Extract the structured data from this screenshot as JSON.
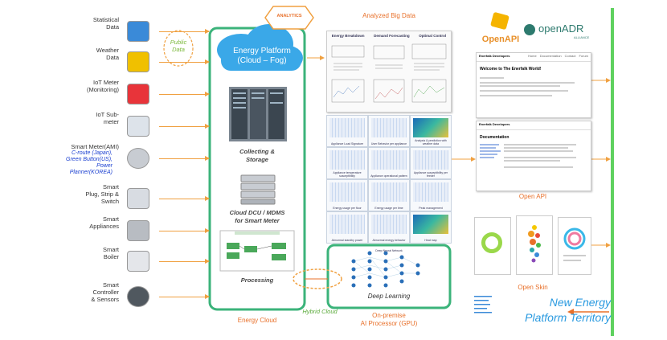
{
  "sources": [
    {
      "label": "Statistical\nData",
      "icon": "mascot-icon"
    },
    {
      "label": "Weather\nData",
      "icon": "weather-icon"
    },
    {
      "label": "IoT Meter\n(Monitoring)",
      "icon": "iot-meter-icon"
    },
    {
      "label": "IoT Sub-\nmeter",
      "icon": "submeter-icon"
    },
    {
      "label": "Smart Meter(AMI)",
      "icon": "smart-meter-icon"
    },
    {
      "label": "Smart\nPlug, Strip &\nSwitch",
      "icon": "smart-plug-icon"
    },
    {
      "label": "Smart\nAppliances",
      "icon": "appliances-icon"
    },
    {
      "label": "Smart\nBoiler",
      "icon": "boiler-icon"
    },
    {
      "label": "Smart\nController\n& Sensors",
      "icon": "thermostat-icon"
    }
  ],
  "smart_meter_sub": "C-route (Japan),\nGreen Button(US),\nPower\nPlanner(KOREA)",
  "public_data": "Public\nData",
  "analytics_badge": "ANALYTICS",
  "platform_title": "Energy Platform\n(Cloud – Fog)",
  "collecting": "Collecting &\nStorage",
  "cloud_dcu": "Cloud DCU / MDMS\nfor Smart Meter",
  "processing": "Processing",
  "energy_cloud": "Energy Cloud",
  "hybrid_cloud": "Hybrid Cloud",
  "analyzed_title": "Analyzed Big Data",
  "analysis_cols": [
    "Energy Breakdown",
    "Demand Forecasting",
    "Optimal Control"
  ],
  "tiles": [
    "Appliance Load Signature",
    "User Behavior per appliance",
    "Analysis & prediction with weather data",
    "Appliance temperature susceptibility",
    "Appliance operational pattern",
    "Appliance susceptibility per feeder",
    "Energy usage per floor",
    "Energy usage per time",
    "Peak management",
    "Abnormal standby power",
    "Abnormal energy behavior",
    "Heat map"
  ],
  "deep_learning": "Deep Learning",
  "dnn_title": "Deep Neural Network",
  "on_premise": "On-premise\nAI Processor (GPU)",
  "open_api_logo": "OpenAPI",
  "openadr_logo": "openADR",
  "openadr_sub": "ALLIANCE",
  "doc1": {
    "brand": "Enerfalk Developers",
    "heading": "Welcome to The Enerfalk World!",
    "nav": [
      "Home",
      "Documentation",
      "Contact",
      "Forum"
    ]
  },
  "doc2": {
    "brand": "Enerfalk Developers",
    "heading": "Documentation"
  },
  "open_api": "Open API",
  "open_skin": "Open Skin",
  "territory": "New Energy\nPlatform Territory"
}
